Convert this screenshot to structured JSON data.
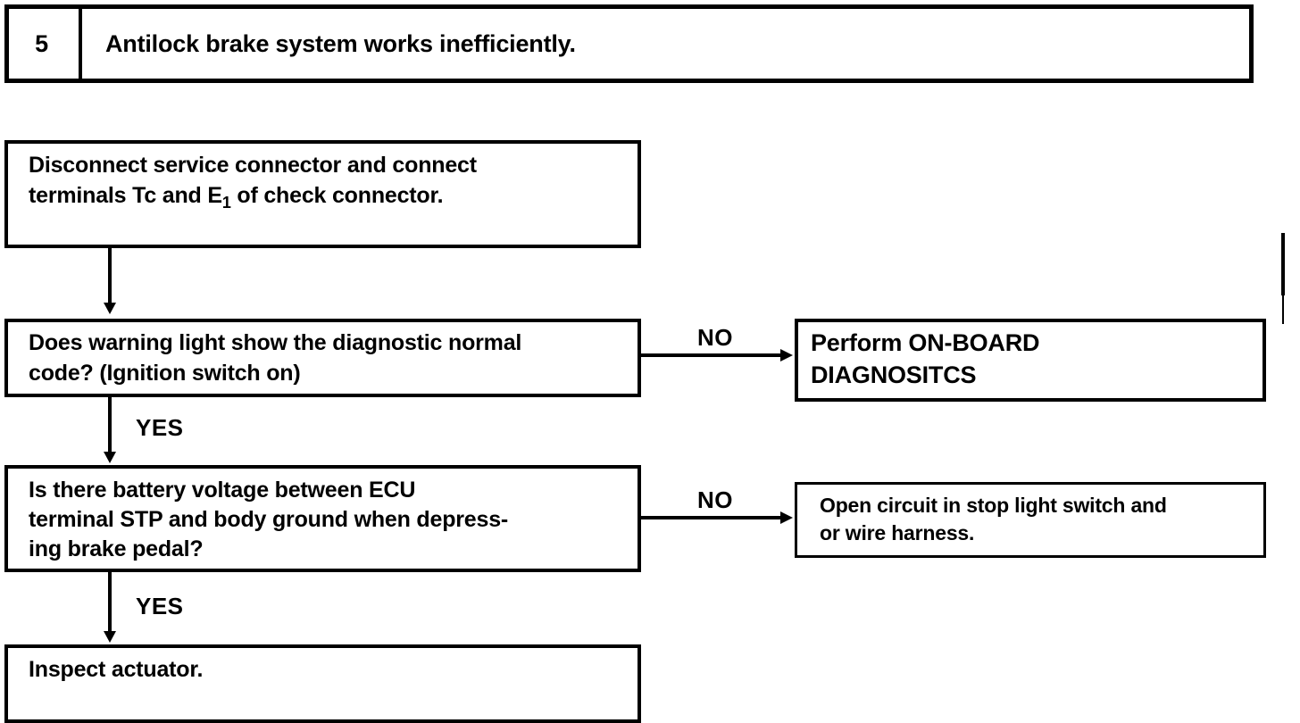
{
  "header": {
    "number": "5",
    "title": "Antilock brake system works inefficiently."
  },
  "flowchart": {
    "type": "troubleshooting-flowchart",
    "steps": [
      {
        "id": "disconnect",
        "kind": "action",
        "text": "Disconnect service connector and connect terminals Tc and E₁ of check connector."
      },
      {
        "id": "warning-light",
        "kind": "decision",
        "text": "Does warning light show the diagnostic normal code? (Ignition switch on)"
      },
      {
        "id": "battery-voltage",
        "kind": "decision",
        "text": "Is there battery voltage between ECU terminal STP and body ground when depressing brake pedal?"
      },
      {
        "id": "inspect-actuator",
        "kind": "action",
        "text": "Inspect actuator."
      }
    ],
    "results": [
      {
        "id": "on-board-diagnostics",
        "text": "Perform ON-BOARD DIAGNOSITCS"
      },
      {
        "id": "open-circuit",
        "text": "Open circuit in stop light switch and or wire harness."
      }
    ],
    "branch_labels": {
      "yes_1": "YES",
      "yes_2": "YES",
      "no_1": "NO",
      "no_2": "NO"
    }
  },
  "colors": {
    "ink": "#000000",
    "paper": "#ffffff"
  }
}
